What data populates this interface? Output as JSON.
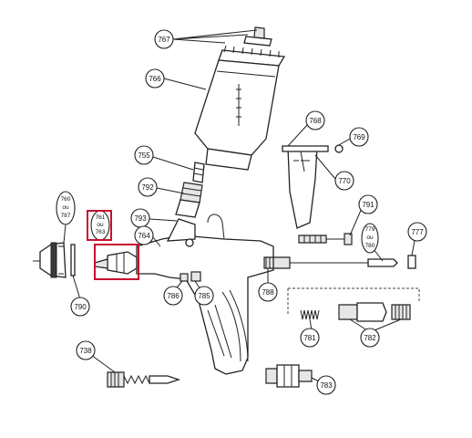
{
  "callouts": {
    "c767": "767",
    "c766": "766",
    "c768": "768",
    "c769": "769",
    "c755": "755",
    "c770": "770",
    "c792": "792",
    "c791": "791",
    "c793": "793",
    "c760_top": "760",
    "c760_mid": "ou",
    "c760_bot": "787",
    "c761_top": "761",
    "c761_mid": "ou",
    "c761_bot": "763",
    "c764": "764",
    "c779_top": "779",
    "c779_mid": "ou",
    "c779_bot": "780",
    "c777": "777",
    "c786": "786",
    "c785": "785",
    "c788": "788",
    "c790": "790",
    "c781": "781",
    "c782": "782",
    "c738": "738",
    "c783": "783"
  },
  "colors": {
    "highlight": "#c8102e",
    "line": "#222222"
  }
}
